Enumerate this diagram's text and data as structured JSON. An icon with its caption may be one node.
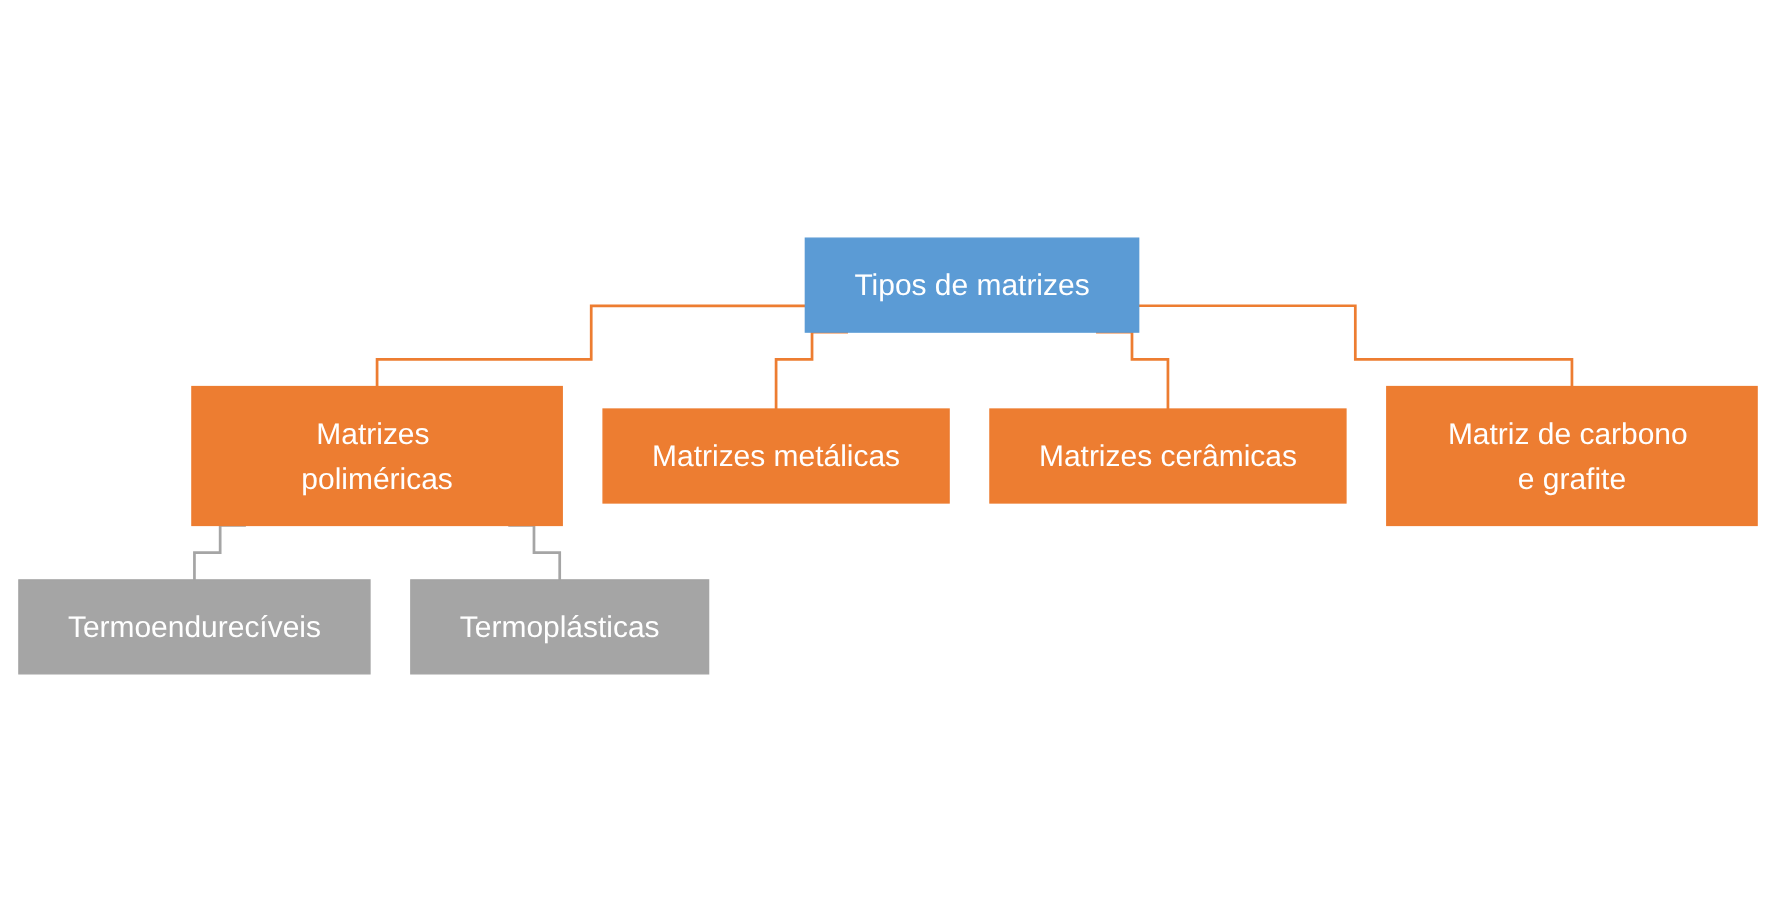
{
  "diagram": {
    "nodes": [
      {
        "text": [
          "Tipos de matrizes"
        ]
      },
      {
        "text": [
          "Matrizes poliméricas"
        ]
      },
      {
        "text": [
          "Matrizes metálicas"
        ]
      },
      {
        "text": [
          "Matrizes cerâmicas"
        ]
      },
      {
        "text": [
          "Matriz de carbono e grafite"
        ]
      },
      {
        "text": [
          "Termoendurecíveis"
        ]
      },
      {
        "text": [
          "Termoplásticas"
        ]
      }
    ],
    "edges": [
      {
        "from": 0,
        "to": 1,
        "arrow": "none"
      },
      {
        "from": 0,
        "to": 2,
        "arrow": "none"
      },
      {
        "from": 0,
        "to": 3,
        "arrow": "none"
      },
      {
        "from": 0,
        "to": 4,
        "arrow": "none"
      },
      {
        "from": 1,
        "to": 5,
        "arrow": "none",
        "color": "#a5a5a5"
      },
      {
        "from": 1,
        "to": 6,
        "arrow": "none",
        "color": "#a5a5a5"
      }
    ]
  }
}
